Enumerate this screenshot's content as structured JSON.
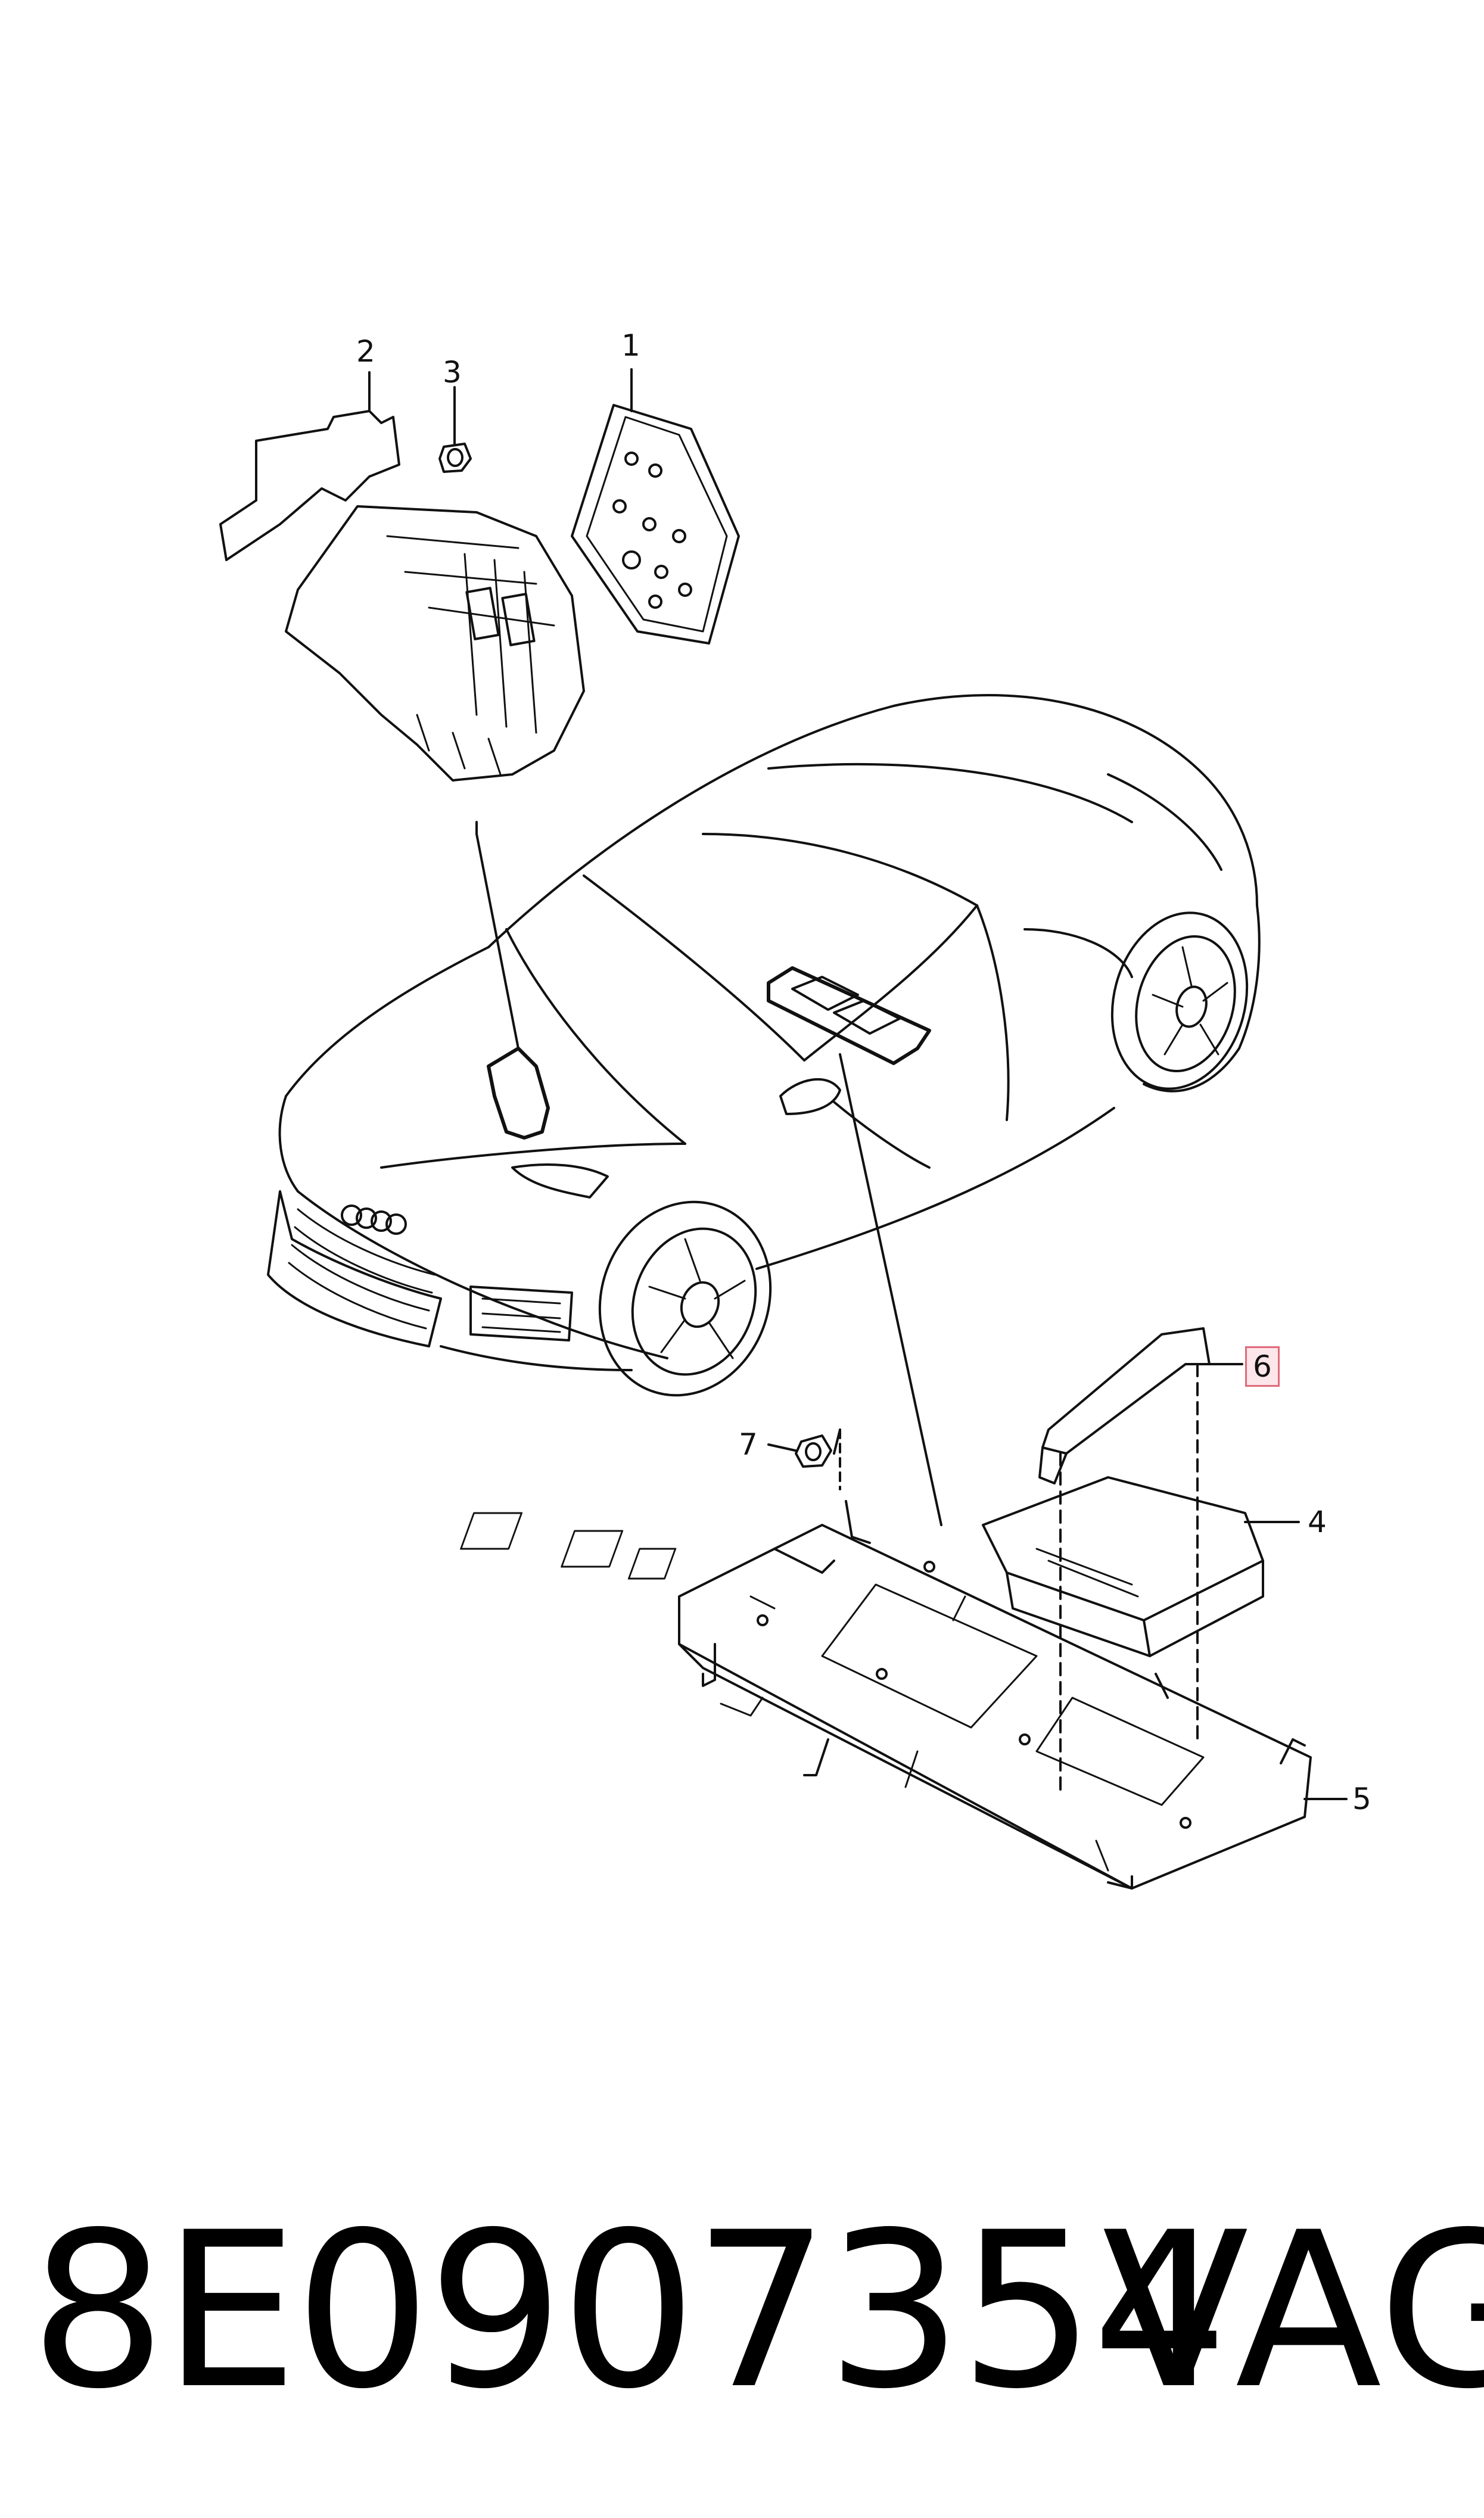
{
  "callouts": [
    {
      "id": "c1",
      "label": "1"
    },
    {
      "id": "c2",
      "label": "2"
    },
    {
      "id": "c3",
      "label": "3"
    },
    {
      "id": "c4",
      "label": "4"
    },
    {
      "id": "c5",
      "label": "5"
    },
    {
      "id": "c6",
      "label": "6"
    },
    {
      "id": "c7",
      "label": "7"
    }
  ],
  "footer": {
    "part_number": "8E0907354",
    "brand": "VAG"
  },
  "colors": {
    "line": "#111111",
    "highlight_border": "#e06a7a",
    "highlight_fill": "#fde6ea"
  }
}
